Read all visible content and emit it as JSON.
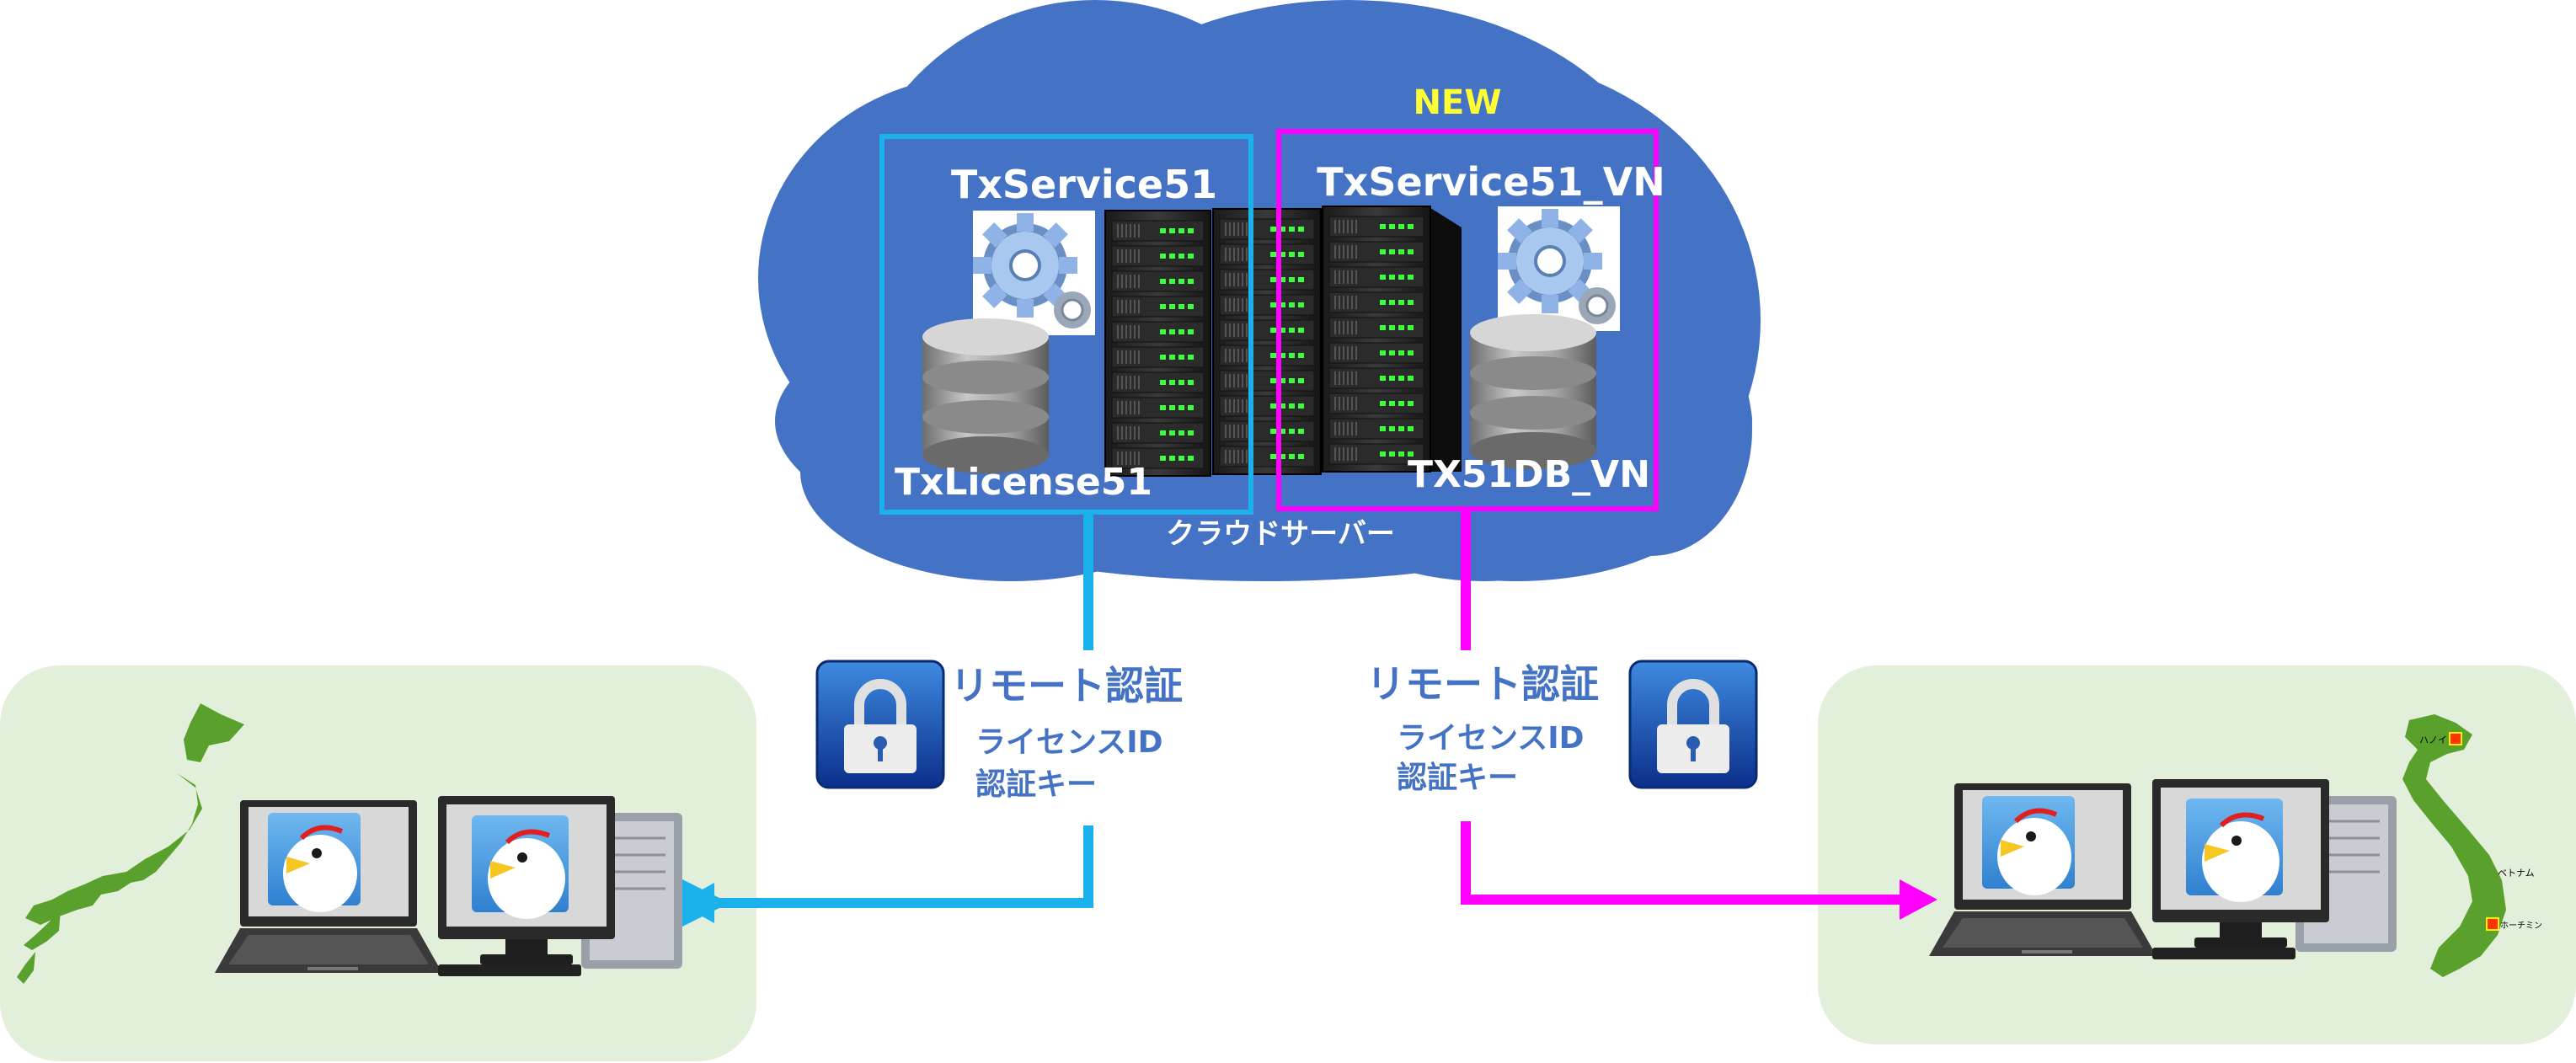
{
  "cloud": {
    "new_badge": "NEW",
    "server_label": "クラウドサーバー",
    "left_box": {
      "service": "TxService51",
      "database": "TxLicense51"
    },
    "right_box": {
      "service": "TxService51_VN",
      "database": "TX51DB_VN"
    }
  },
  "auth_left": {
    "title": "リモート認証",
    "line1": "ライセンスID",
    "line2": "認証キー"
  },
  "auth_right": {
    "title": "リモート認証",
    "line1": "ライセンスID",
    "line2": "認証キー"
  },
  "vietnam_map_labels": {
    "north": "ハノイ",
    "center": "ベトナム",
    "south": "ホーチミン"
  },
  "colors": {
    "cloud": "#4472c4",
    "left_link": "#1ab1ec",
    "right_link": "#ff00ff",
    "client_area": "#e2efda",
    "auth_text": "#4472c4",
    "new_badge": "#ffff33",
    "map_green": "#5aa02c"
  },
  "icons": [
    "gear-icon",
    "database-icon",
    "server-rack-icon",
    "lock-icon",
    "laptop-icon",
    "desktop-icon",
    "bird-avatar-icon",
    "japan-map",
    "vietnam-map"
  ]
}
